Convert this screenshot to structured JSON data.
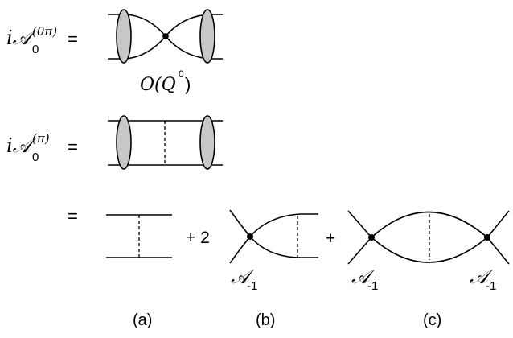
{
  "row1": {
    "lhs": {
      "base": "i𝒜",
      "sub": "0",
      "sup": "(0π)"
    },
    "equals": "=",
    "order_label": {
      "prefix": "O(Q",
      "sup": "0",
      "suffix": ")"
    }
  },
  "row2": {
    "lhs": {
      "base": "i𝒜",
      "sub": "0",
      "sup": "(π)"
    },
    "equals": "="
  },
  "row3": {
    "equals": "=",
    "plus_two": "+ 2",
    "plus": "+",
    "vertex_b": {
      "base": "𝒜",
      "sub": "-1"
    },
    "vertex_c_left": {
      "base": "𝒜",
      "sub": "-1"
    },
    "vertex_c_right": {
      "base": "𝒜",
      "sub": "-1"
    }
  },
  "captions": {
    "a": "(a)",
    "b": "(b)",
    "c": "(c)"
  }
}
